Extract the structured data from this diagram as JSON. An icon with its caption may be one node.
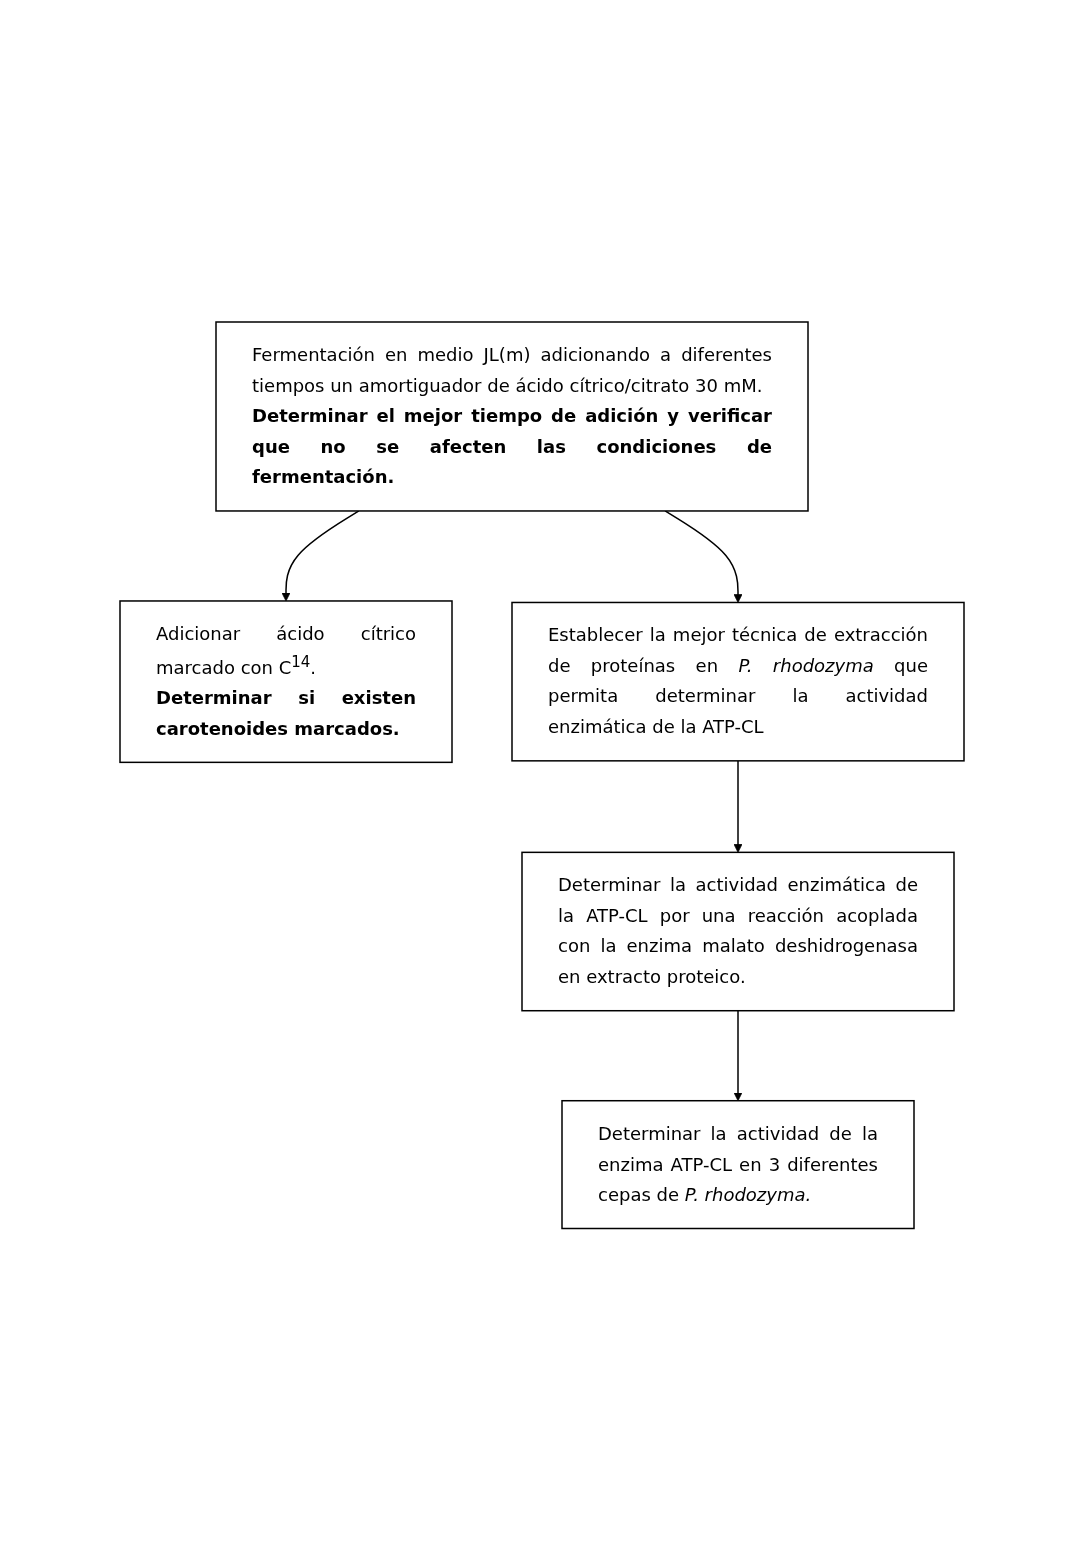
{
  "diagram": {
    "nodes": [
      {
        "text": [
          "Fermentación en medio JL(m) adicionando a diferentes tiempos un amortiguador de ácido cítrico/citrato 30 mM.",
          "Determinar el mejor tiempo de adición y verificar que no se afecten las condiciones de fermentación."
        ]
      },
      {
        "text": [
          "Adicionar ácido cítrico marcado con C$^{14}$.",
          "Determinar si existen carotenoides marcados."
        ]
      },
      {
        "text": [
          "Establecer la mejor técnica de extracción de proteínas en *P. rhodozyma* que permita determinar la actividad enzimática de la ATP-CL"
        ]
      },
      {
        "text": [
          "Determinar la actividad enzimática de la ATP-CL por una reacción acoplada con la enzima malato deshidrogenasa en extracto proteico."
        ]
      },
      {
        "text": [
          "Determinar la actividad de la enzima ATP-CL en 3 diferentes cepas de *P. rhodozyma.*"
        ]
      }
    ],
    "edges": [
      {
        "from": 0,
        "to": 1,
        "arrow": "to"
      },
      {
        "from": 0,
        "to": 2,
        "arrow": "to"
      },
      {
        "from": 2,
        "to": 3,
        "arrow": "to"
      },
      {
        "from": 3,
        "to": 4,
        "arrow": "to"
      }
    ]
  }
}
